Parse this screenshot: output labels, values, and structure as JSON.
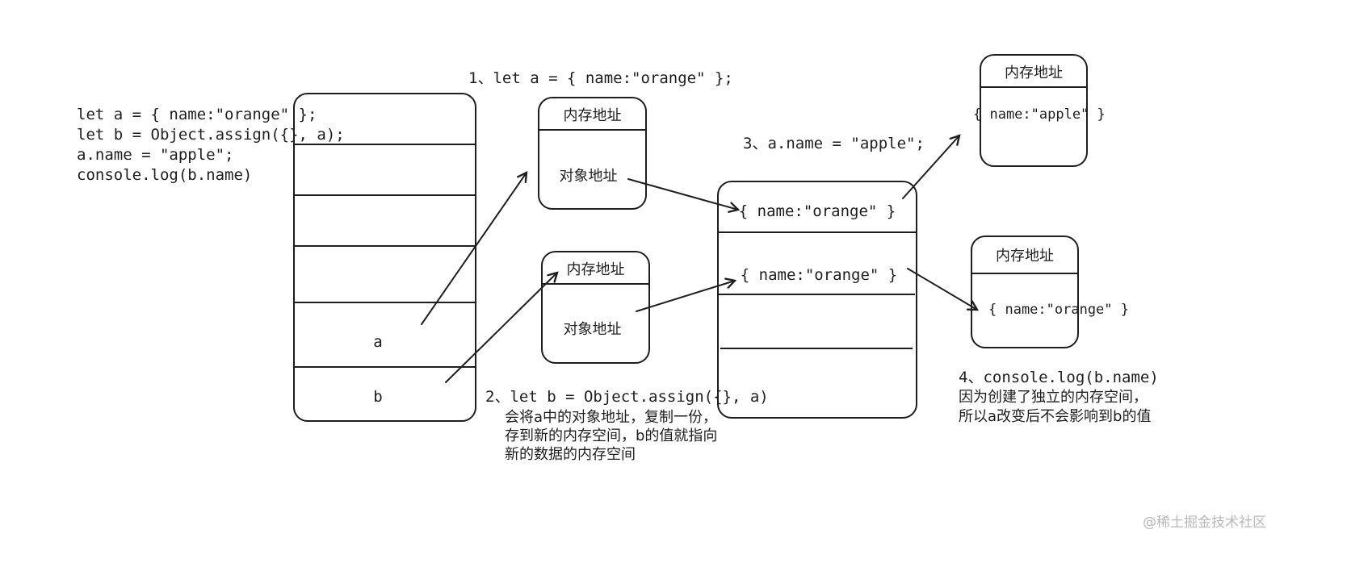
{
  "code": {
    "line1": "let a = { name:\"orange\" };",
    "line2": "let b = Object.assign({}, a);",
    "line3": "a.name = \"apple\";",
    "line4": "console.log(b.name)"
  },
  "stack": {
    "a_label": "a",
    "b_label": "b"
  },
  "step1": {
    "text": "1、let a = { name:\"orange\" };"
  },
  "box_a": {
    "header": "内存地址",
    "body": "对象地址"
  },
  "box_b": {
    "header": "内存地址",
    "body": "对象地址"
  },
  "step2": {
    "line1": "2、let b = Object.assign({}, a)",
    "line2": "会将a中的对象地址，复制一份，",
    "line3": "存到新的内存空间，b的值就指向",
    "line4": "新的数据的内存空间"
  },
  "step3": {
    "text": "3、a.name = \"apple\";"
  },
  "heap": {
    "cell1": "{ name:\"orange\" }",
    "cell2": "{ name:\"orange\" }"
  },
  "result_a": {
    "header": "内存地址",
    "body": "{ name:\"apple\" }"
  },
  "result_b": {
    "header": "内存地址",
    "body": "{ name:\"orange\" }"
  },
  "step4": {
    "line1": "4、console.log(b.name)",
    "line2": "因为创建了独立的内存空间，",
    "line3": "所以a改变后不会影响到b的值"
  },
  "watermark": "@稀土掘金技术社区"
}
